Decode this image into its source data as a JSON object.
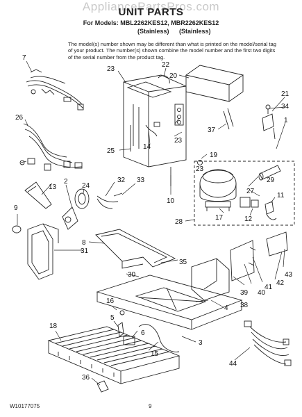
{
  "watermark": "AppliancePartsPros.com",
  "title": "UNIT PARTS",
  "models_line": "For Models: MBL2262KES12, MBR2262KES12",
  "stainless_left": "(Stainless)",
  "stainless_right": "(Stainless)",
  "disclaimer": "The model(s) number shown may be different than what is printed on the model/serial tag of your product. The number(s) shown combine the model number and the first two digits of the serial number from the product tag.",
  "callouts": {
    "c1": "1",
    "c2": "2",
    "c3": "3",
    "c4": "4",
    "c5": "5",
    "c6": "6",
    "c7": "7",
    "c8": "8",
    "c9": "9",
    "c10": "10",
    "c11": "11",
    "c12": "12",
    "c13": "13",
    "c14": "14",
    "c15": "15",
    "c16": "16",
    "c17": "17",
    "c18": "18",
    "c19": "19",
    "c20": "20",
    "c21": "21",
    "c22": "22",
    "c23a": "23",
    "c23b": "23",
    "c23c": "23",
    "c24": "24",
    "c25": "25",
    "c26": "26",
    "c27": "27",
    "c28": "28",
    "c29": "29",
    "c30": "30",
    "c31": "31",
    "c32": "32",
    "c33": "33",
    "c34": "34",
    "c35": "35",
    "c36": "36",
    "c37": "37",
    "c38": "38",
    "c39": "39",
    "c40": "40",
    "c41": "41",
    "c42": "42",
    "c43": "43",
    "c44": "44"
  },
  "footer": {
    "doc_number": "W10177075",
    "page_number": "9"
  }
}
